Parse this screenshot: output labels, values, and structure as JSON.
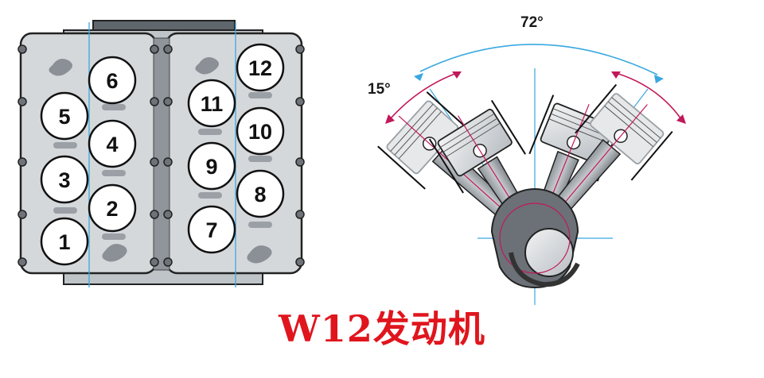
{
  "title": "W12发动机",
  "angles": {
    "bank_angle": "72°",
    "vr_angle": "15°"
  },
  "left_bank": {
    "outer_row": [
      "5",
      "3",
      "1"
    ],
    "inner_row": [
      "6",
      "4",
      "2"
    ]
  },
  "right_bank": {
    "inner_row": [
      "11",
      "9",
      "7"
    ],
    "outer_row": [
      "12",
      "10",
      "8"
    ]
  },
  "colors": {
    "title": "#e0151d",
    "axis": "#39a8e0",
    "rod_line": "#c2185b",
    "casting": "#d7dadd"
  },
  "icons": [
    "cylinder-block-diagram",
    "piston-cross-section"
  ]
}
